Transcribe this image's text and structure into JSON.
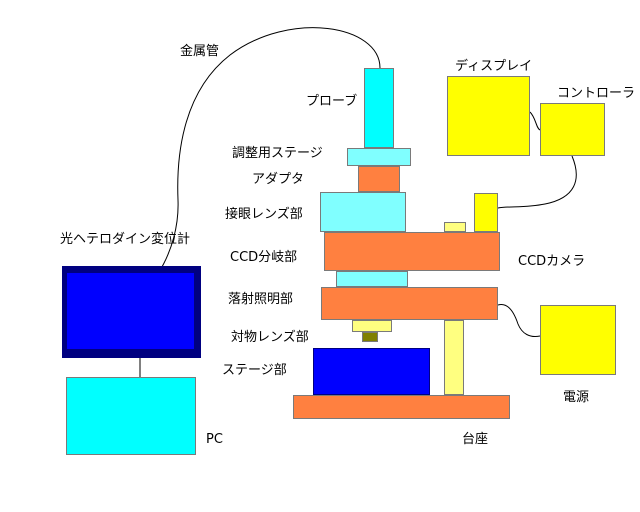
{
  "labels": {
    "metal_tube": "金属管",
    "probe": "プローブ",
    "display": "ディスプレイ",
    "controller": "コントローラ",
    "adjust_stage": "調整用ステージ",
    "adapter": "アダプタ",
    "eyepiece": "接眼レンズ部",
    "interferometer": "光ヘテロダイン変位計",
    "ccd_branch": "CCD分岐部",
    "ccd_camera": "CCDカメラ",
    "epi_illumination": "落射照明部",
    "objective": "対物レンズ部",
    "stage": "ステージ部",
    "power": "電源",
    "pc": "PC",
    "base": "台座"
  },
  "colors": {
    "cyan": "#00ffff",
    "light_cyan": "#80ffff",
    "orange": "#ff8040",
    "yellow": "#ffff00",
    "light_yellow": "#ffff80",
    "blue": "#0000ff",
    "navy": "#000080",
    "olive": "#808000"
  }
}
